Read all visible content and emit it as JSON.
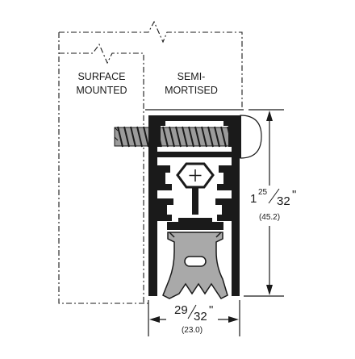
{
  "labels": {
    "surface_mounted_line1": "SURFACE",
    "surface_mounted_line2": "MOUNTED",
    "semi_mortised_line1": "SEMI-",
    "semi_mortised_line2": "MORTISED"
  },
  "dimensions": {
    "height": {
      "whole": "1",
      "numerator": "25",
      "denominator": "32",
      "unit": "\"",
      "metric": "(45.2)"
    },
    "width": {
      "numerator": "29",
      "denominator": "32",
      "unit": "\"",
      "metric": "(23.0)"
    }
  },
  "colors": {
    "line": "#1a1a1a",
    "seal_gray": "#a9a9a9",
    "screw_gray": "#9b9b9b"
  }
}
